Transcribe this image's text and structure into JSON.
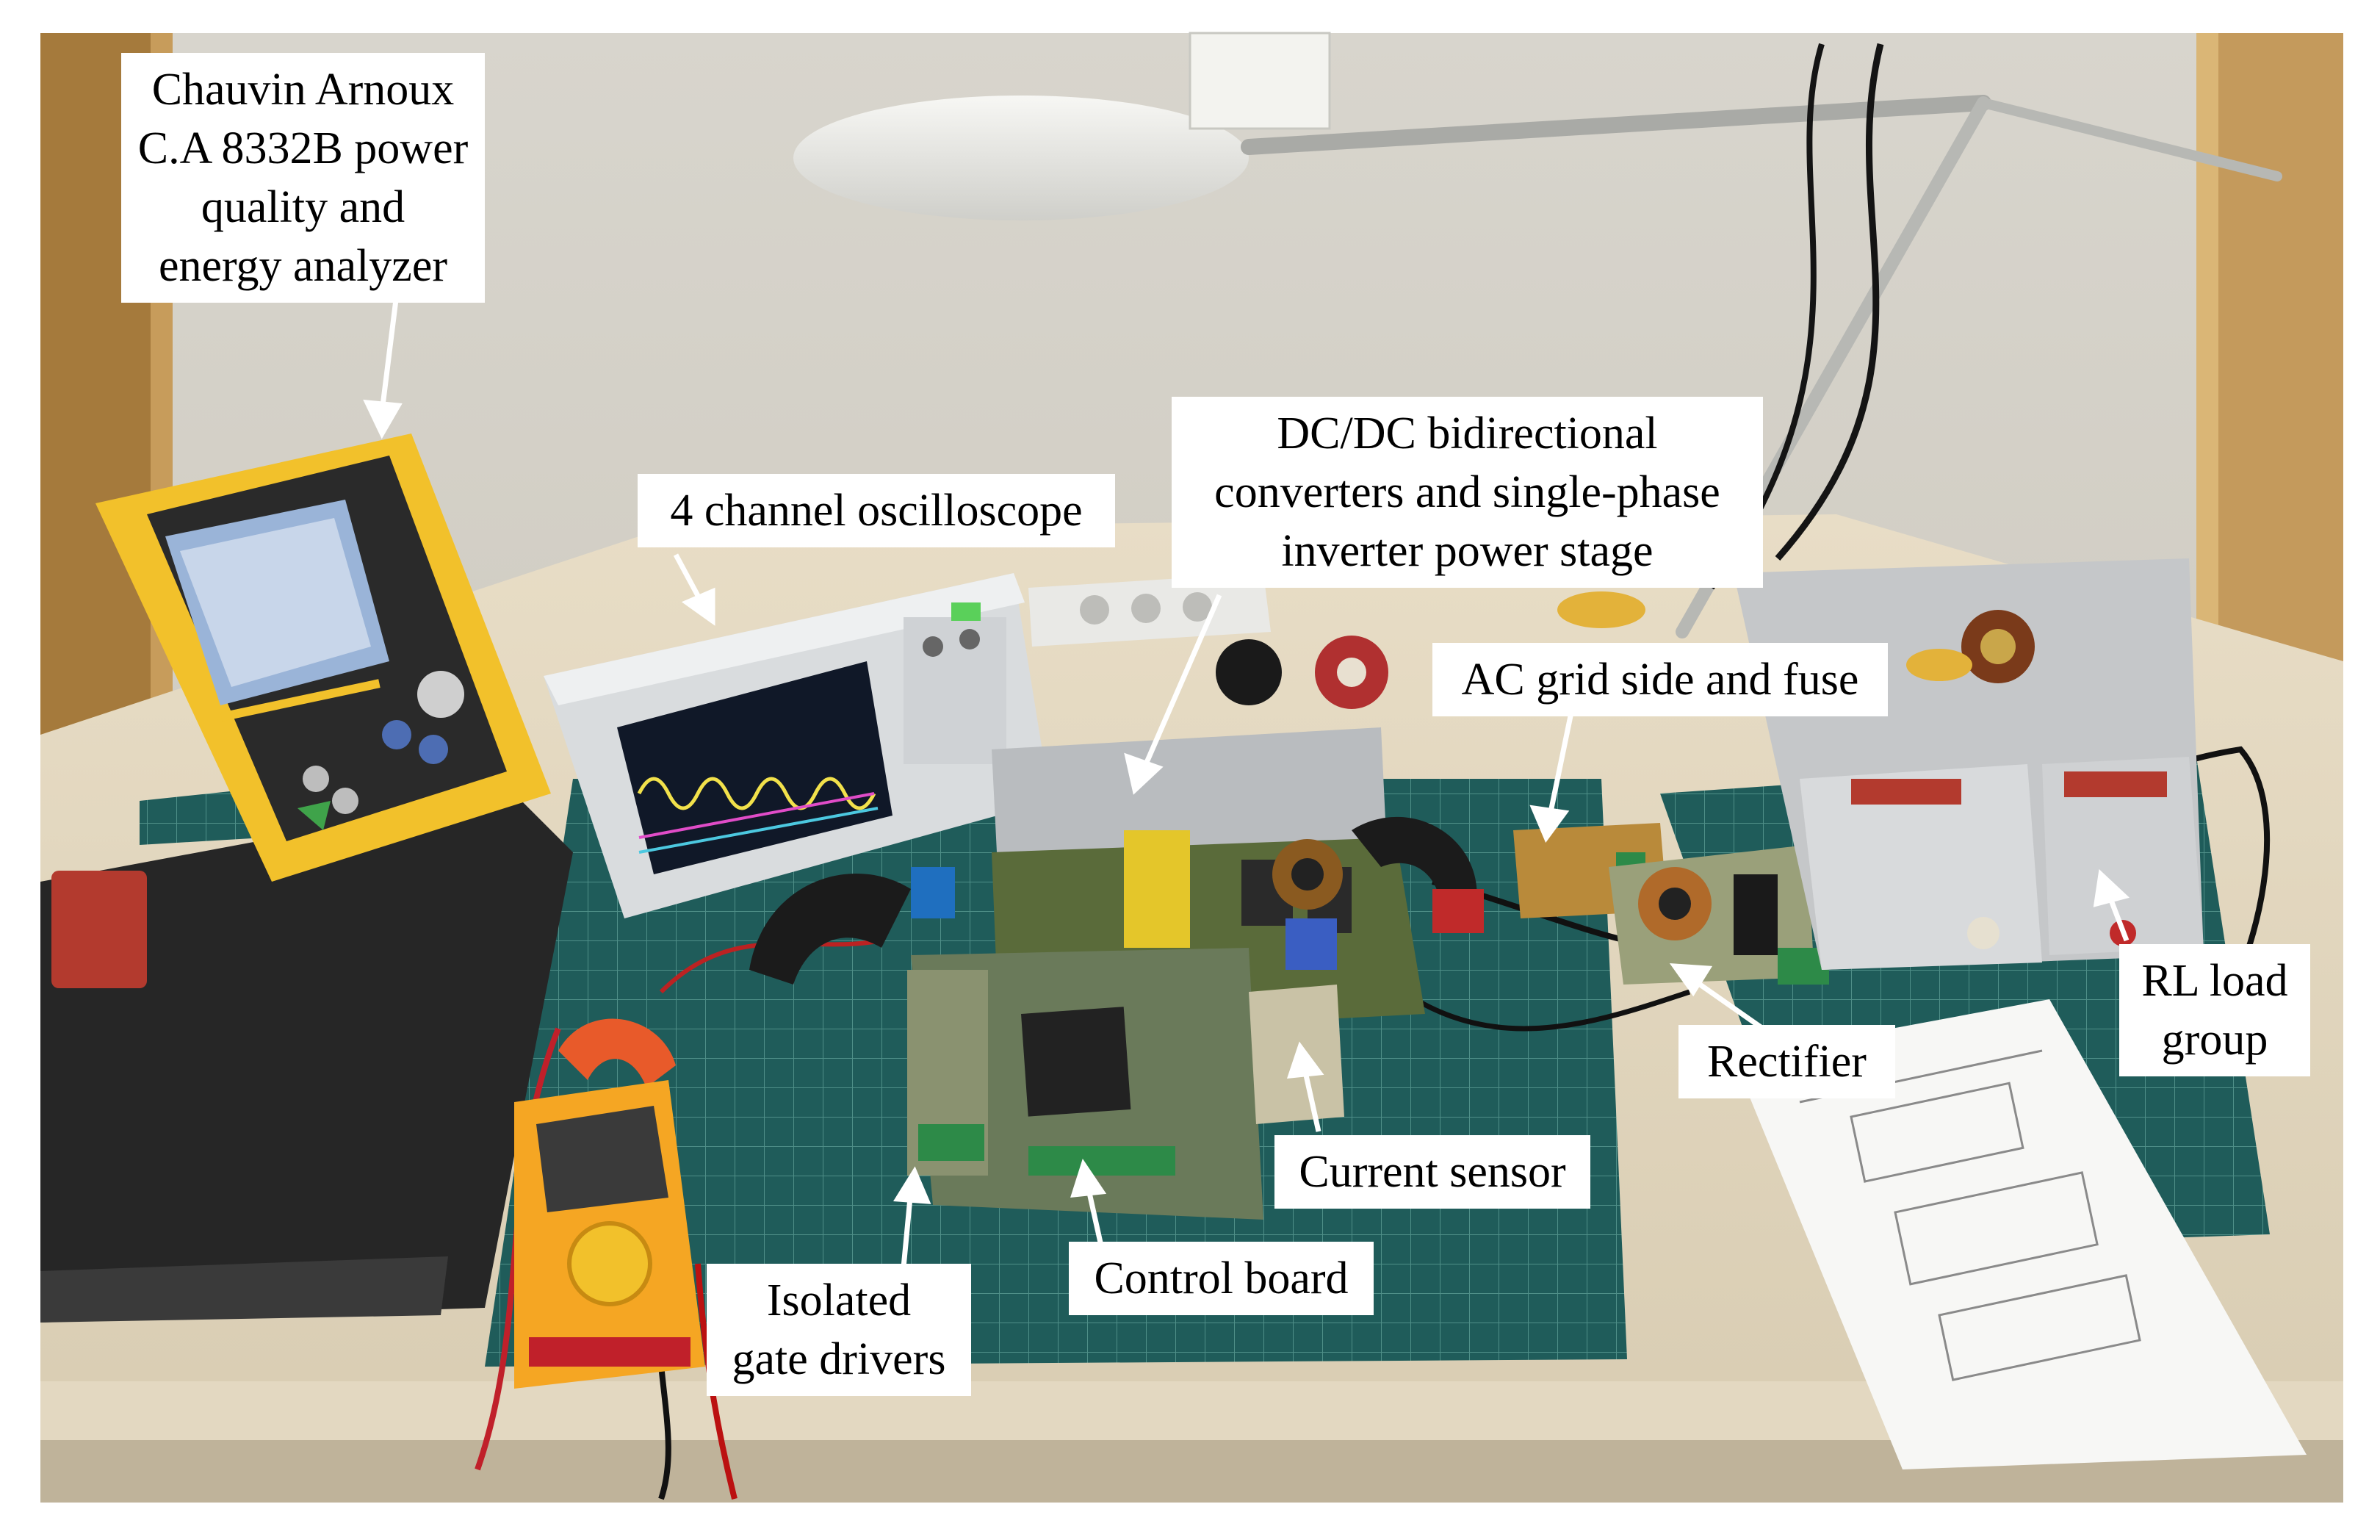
{
  "labels": {
    "analyzer": [
      "Chauvin Arnoux",
      "C.A 8332B power",
      "quality and",
      "energy analyzer"
    ],
    "oscilloscope": "4 channel oscilloscope",
    "converters": [
      "DC/DC bidirectional",
      "converters and single-phase",
      "inverter power stage"
    ],
    "ac_grid": "AC grid side and fuse",
    "rl_load": [
      "RL load",
      "group"
    ],
    "rectifier": "Rectifier",
    "current_sensor": "Current sensor",
    "control_board": "Control board",
    "gate_drivers": [
      "Isolated",
      "gate drivers"
    ]
  },
  "colors": {
    "mat": "#1f5c5a",
    "desk": "#e6dcc7",
    "analyzer_body": "#f2c12b",
    "multimeter_body": "#f5a623",
    "oscilloscope_screen": "#101828",
    "waveform": "#f2e14b"
  }
}
